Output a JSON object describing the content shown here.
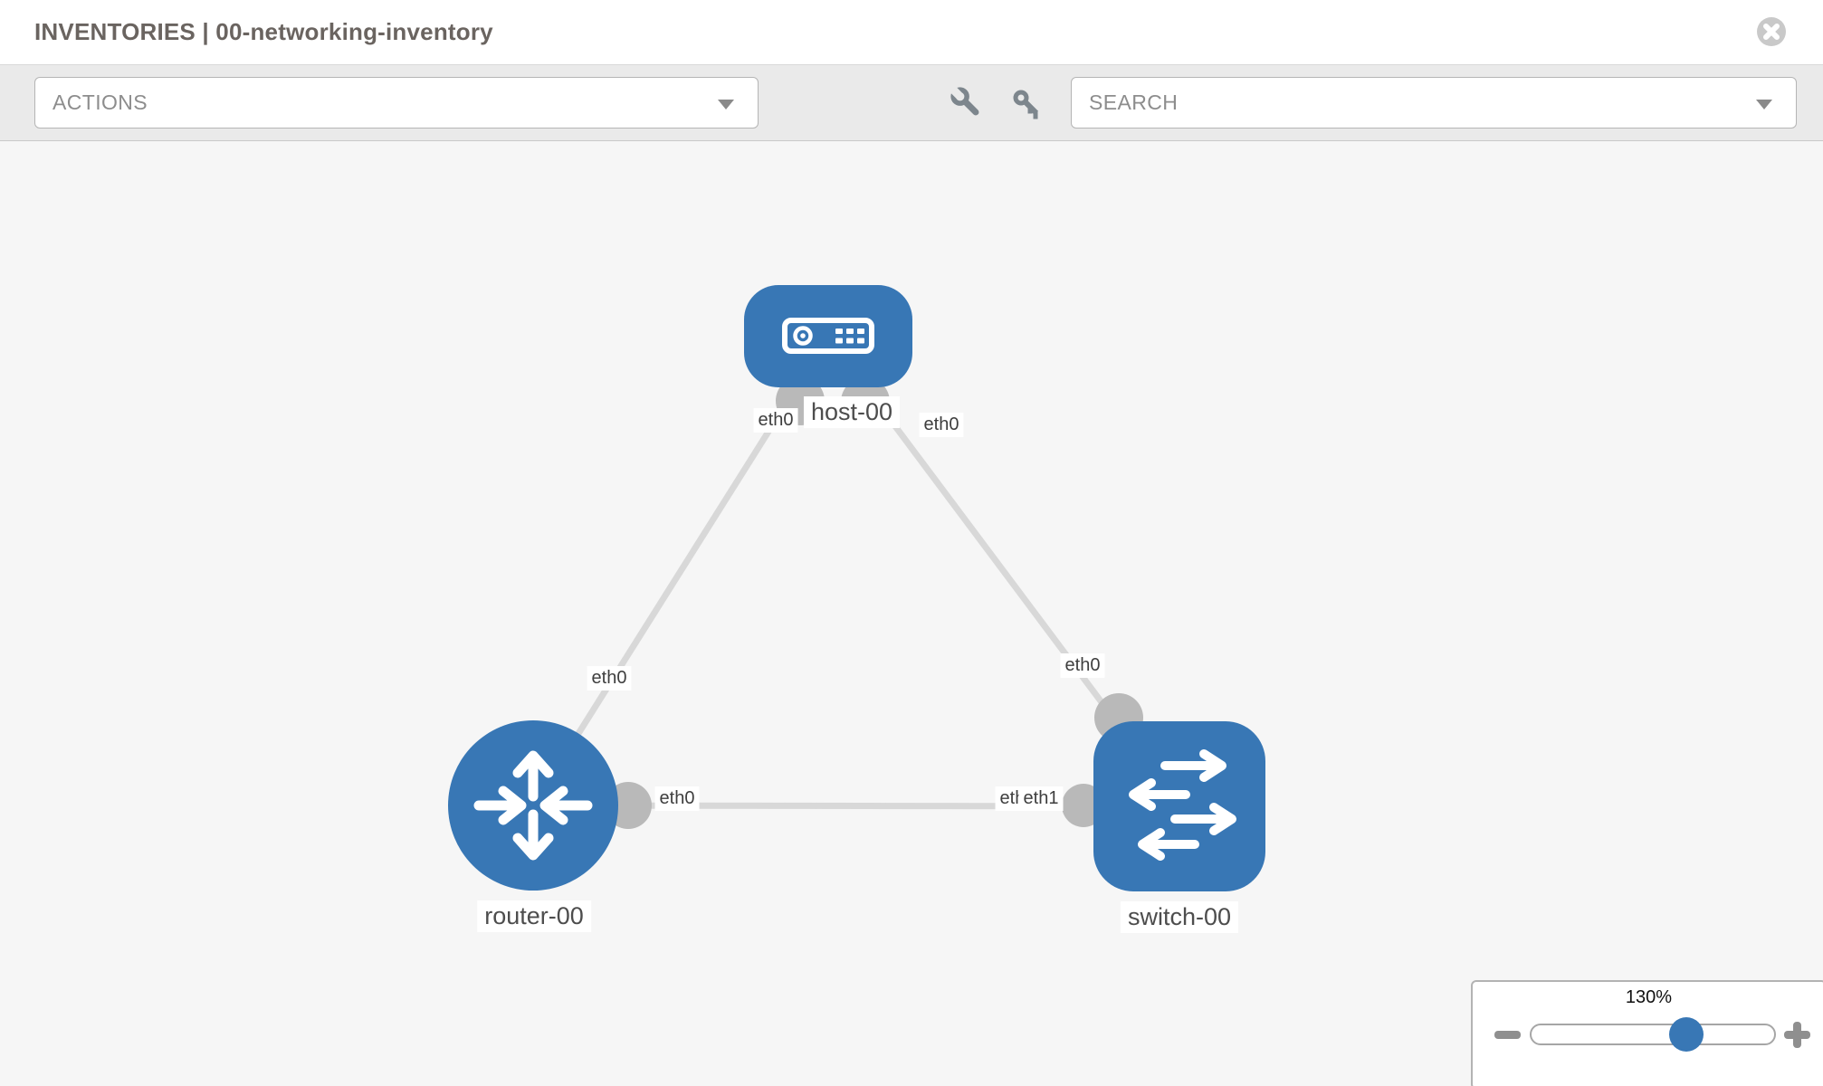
{
  "header": {
    "title": "INVENTORIES | 00-networking-inventory",
    "close_icon": "close"
  },
  "toolbar": {
    "actions_label": "ACTIONS",
    "search_label": "SEARCH",
    "wrench_icon": "wrench",
    "key_icon": "key",
    "caret_icon": "caret-down"
  },
  "canvas": {
    "nodes": [
      {
        "name": "host-00",
        "type": "host",
        "interfaces": [
          "eth0",
          "eth0"
        ]
      },
      {
        "name": "router-00",
        "type": "router",
        "interfaces": [
          "eth0",
          "eth0"
        ]
      },
      {
        "name": "switch-00",
        "type": "switch",
        "interfaces": [
          "eth0",
          "eth1"
        ]
      }
    ],
    "links": [
      {
        "source": "host-00",
        "source_interface": "eth0",
        "target": "router-00",
        "target_interface": "eth0"
      },
      {
        "source": "host-00",
        "source_interface": "eth0",
        "target": "switch-00",
        "target_interface": "eth0"
      },
      {
        "source": "router-00",
        "source_interface": "eth0",
        "target": "switch-00",
        "target_interface": "eth1"
      }
    ],
    "interface_labels": {
      "host_left": "eth0",
      "host_right": "eth0",
      "router_top": "eth0",
      "router_right": "eth0",
      "switch_top": "eth0",
      "switch_left_under": "eth0",
      "switch_left_over": "eth1"
    }
  },
  "zoom_control": {
    "value": "130%",
    "percent": 130
  },
  "colors": {
    "node_fill": "#3877b5",
    "link": "#d8d8d8",
    "connector": "#b9b9b9",
    "toolbar_bg": "#eaeaea",
    "canvas_bg": "#f6f6f6",
    "icon_gray": "#7d868d",
    "close_gray": "#c9c9c9",
    "slider_thumb": "#3877b5"
  }
}
